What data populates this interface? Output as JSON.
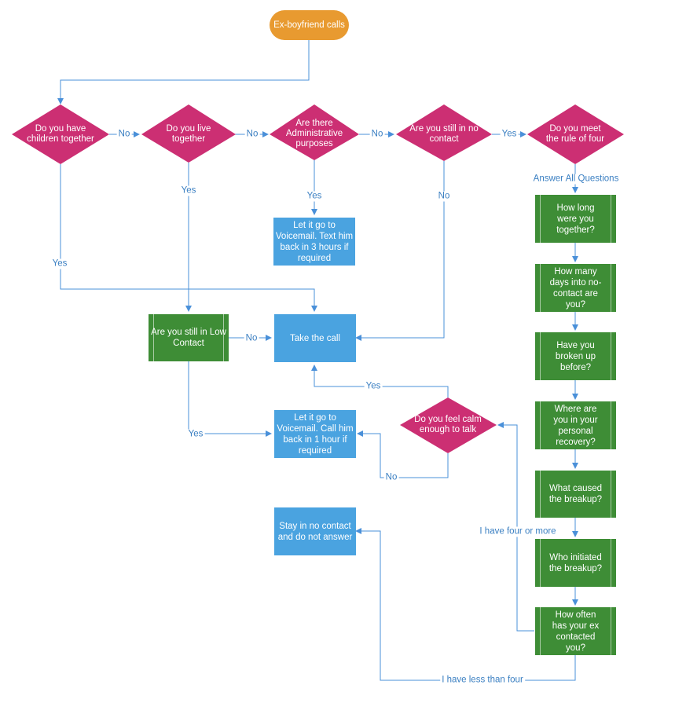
{
  "nodes": {
    "start": "Ex-boyfriend calls",
    "children": "Do you have children together",
    "live": "Do you live together",
    "admin": "Are there Administrative purposes",
    "still_nc": "Are you still in no contact",
    "rule_four": "Do you meet the rule of four",
    "voicemail_3h": "Let it go to Voicemail. Text him back in 3 hours if required",
    "low_contact": "Are you still in Low Contact",
    "take_call": "Take the call",
    "voicemail_1h": "Let it go to Voicemail. Call him back in 1 hour if required",
    "calm": "Do you feel calm enough to talk",
    "stay_nc": "Stay in no contact and do not answer",
    "q_how_long": "How long were you together?",
    "q_days_nc": "How many days into no-contact are you?",
    "q_broken_up": "Have you broken up before?",
    "q_recovery": "Where are you in your personal recovery?",
    "q_cause": "What caused the breakup?",
    "q_initiated": "Who initiated the breakup?",
    "q_how_often": "How often has your ex contacted you?"
  },
  "edge_labels": {
    "children_no": "No",
    "live_no": "No",
    "admin_no": "No",
    "still_nc_yes": "Yes",
    "live_yes": "Yes",
    "admin_yes": "Yes",
    "still_nc_no": "No",
    "children_yes": "Yes",
    "low_contact_no": "No",
    "low_contact_yes": "Yes",
    "calm_yes": "Yes",
    "calm_no": "No",
    "answer_all": "Answer All Questions",
    "four_or_more": "I have four or more",
    "less_than_four": "I have less than four"
  },
  "colors": {
    "terminal": "#e89a30",
    "decision": "#cc2f73",
    "action": "#4aa3e0",
    "question": "#3e8d36",
    "connector": "#4a90d9",
    "label_text": "#3a7fc2"
  }
}
